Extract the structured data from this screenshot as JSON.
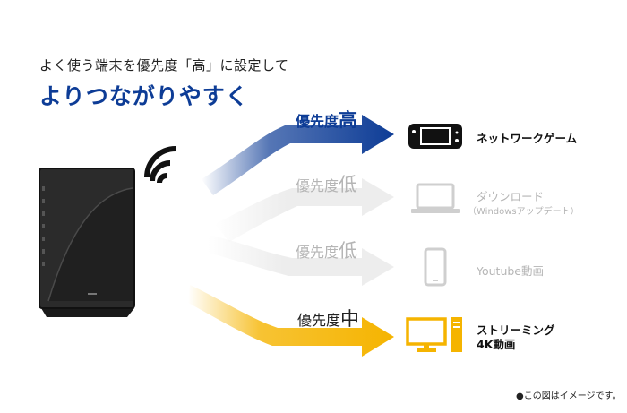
{
  "subtitle": "よく使う端末を優先度「高」に設定して",
  "headline": "よりつながりやすく",
  "colors": {
    "headline": "#0d3c96",
    "high": "#0d3c96",
    "low": "#ededed",
    "mid": "#f5b400",
    "device_dark": "#111111",
    "device_gray": "#cfcfcf",
    "device_yellow": "#f5b400"
  },
  "routes": [
    {
      "priority_prefix": "優先度",
      "priority_level": "高",
      "device_icon": "game-console-icon",
      "label_line1": "ネットワークゲーム",
      "label_line2": ""
    },
    {
      "priority_prefix": "優先度",
      "priority_level": "低",
      "device_icon": "laptop-icon",
      "label_line1": "ダウンロード",
      "label_line2": "（Windowsアップデート）"
    },
    {
      "priority_prefix": "優先度",
      "priority_level": "低",
      "device_icon": "smartphone-icon",
      "label_line1": "Youtube動画",
      "label_line2": ""
    },
    {
      "priority_prefix": "優先度",
      "priority_level": "中",
      "device_icon": "desktop-pc-icon",
      "label_line1": "ストリーミング",
      "label_line2": "4K動画"
    }
  ],
  "router_icon": "router-icon",
  "wifi_icon": "wifi-signal-icon",
  "note": "●この図はイメージです。"
}
